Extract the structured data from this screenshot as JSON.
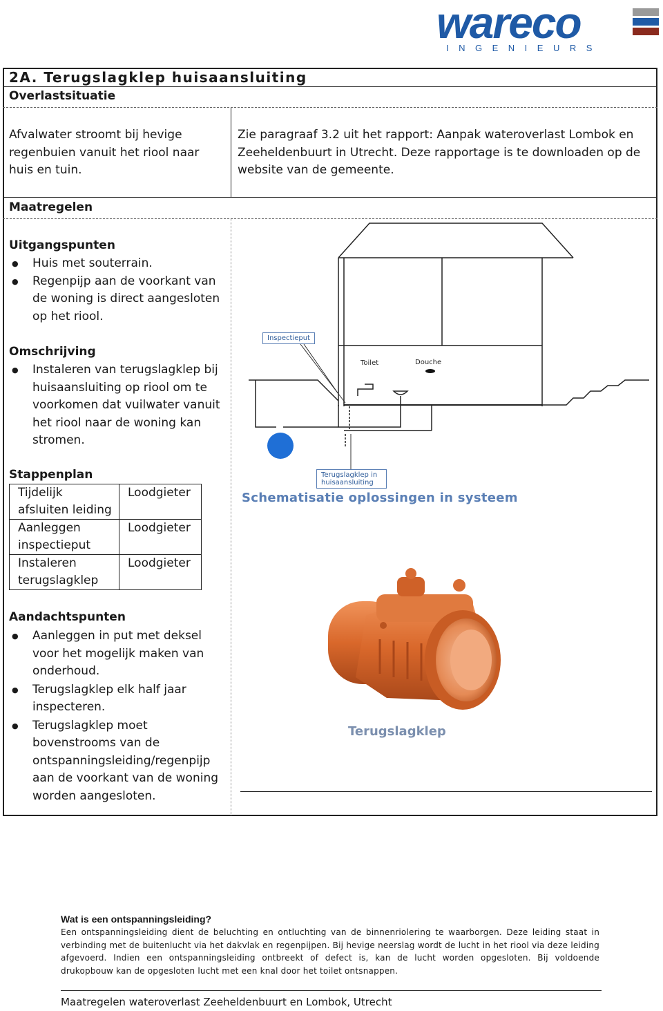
{
  "logo": {
    "name": "wareco",
    "subtitle": "INGENIEURS",
    "colors": {
      "blue": "#1f5aa6",
      "gray": "#9a9a9a",
      "red": "#8a2a1e"
    }
  },
  "section": {
    "title": "2A. Terugslagklep huisaansluiting",
    "subtitle": "Overlastsituatie"
  },
  "situation": {
    "left_text": "Afvalwater stroomt bij hevige regenbuien vanuit het riool naar huis en tuin.",
    "right_text": "Zie paragraaf 3.2 uit het rapport: Aanpak wateroverlast Lombok en Zeeheldenbuurt in Utrecht. Deze rapportage is te downloaden op de website van de gemeente."
  },
  "measures_heading": "Maatregelen",
  "uitgangspunten": {
    "heading": "Uitgangspunten",
    "items": [
      "Huis met souterrain.",
      "Regenpijp aan de voorkant van de woning is direct aangesloten op het riool."
    ]
  },
  "omschrijving": {
    "heading": "Omschrijving",
    "items": [
      "Instaleren van terugslagklep bij huisaansluiting op riool om te voorkomen dat vuilwater vanuit het riool naar de woning kan stromen."
    ]
  },
  "stappenplan": {
    "heading": "Stappenplan",
    "rows": [
      {
        "step": "Tijdelijk afsluiten leiding",
        "who": "Loodgieter"
      },
      {
        "step": "Aanleggen inspectieput",
        "who": "Loodgieter"
      },
      {
        "step": "Instaleren terugslagklep",
        "who": "Loodgieter"
      }
    ]
  },
  "aandachtspunten": {
    "heading": "Aandachtspunten",
    "items": [
      "Aanleggen in put met deksel voor het mogelijk maken van onderhoud.",
      "Terugslagklep elk half jaar inspecteren.",
      "Terugslagklep moet bovenstrooms van de ontspanningsleiding/regenpijp aan de voorkant van de woning worden aangesloten."
    ]
  },
  "diagram": {
    "callout_inspect": "Inspectieput",
    "label_toilet": "Toilet",
    "label_douche": "Douche",
    "callout_valve": "Terugslagklep in huisaansluiting",
    "caption": "Schematisatie oplossingen in systeem"
  },
  "valve_photo": {
    "caption": "Terugslagklep",
    "color": "#d9682b"
  },
  "note": {
    "title": "Wat is een ontspanningsleiding?",
    "body": "Een ontspanningsleiding dient de beluchting en ontluchting van de binnenriolering te waarborgen. Deze leiding staat in verbinding met de buitenlucht via het dakvlak en regenpijpen. Bij hevige neerslag wordt de lucht in het riool via deze leiding afgevoerd. Indien een ontspanningsleiding ontbreekt of defect is, kan de lucht worden opgesloten. Bij voldoende drukopbouw kan de opgesloten lucht met een knal door het toilet ontsnappen."
  },
  "footer": "Maatregelen wateroverlast Zeeheldenbuurt en Lombok, Utrecht"
}
